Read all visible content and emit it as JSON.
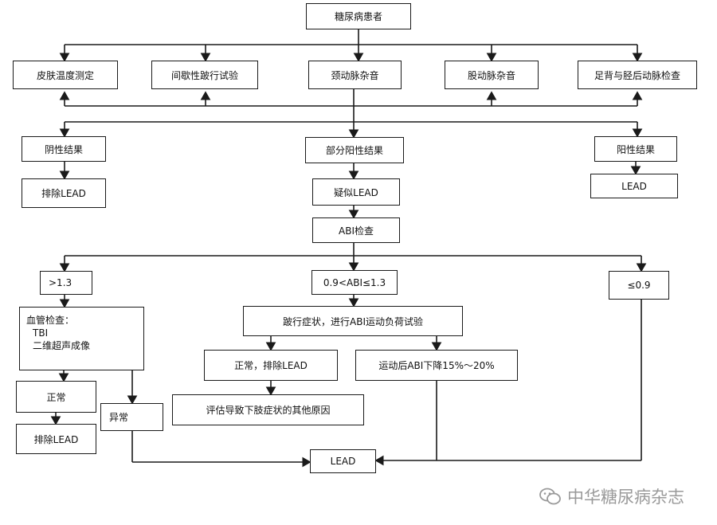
{
  "nodes": {
    "diabetes_patient": "糖尿病患者",
    "skin_temp": "皮肤温度测定",
    "intermittent_claudication_test": "间歇性跛行试验",
    "carotid_bruit": "颈动脉杂音",
    "femoral_bruit": "股动脉杂音",
    "foot_pulse_check": "足背与胫后动脉检查",
    "negative_result": "阴性结果",
    "partial_positive": "部分阳性结果",
    "positive_result": "阳性结果",
    "exclude_lead_1": "排除LEAD",
    "suspected_lead": "疑似LEAD",
    "lead_positive": "LEAD",
    "abi_check": "ABI检查",
    "abi_gt": ">1.3",
    "abi_mid": "0.9<ABI≤1.3",
    "abi_le": "≤0.9",
    "vascular_check_title": "血管检查：",
    "vascular_check_tbi": "TBI",
    "vascular_check_ultrasound": "二维超声成像",
    "claudication_exercise": "跛行症状，进行ABI运动负荷试验",
    "normal_exclude": "正常，排除LEAD",
    "abi_drop": "运动后ABI下降15%～20%",
    "evaluate_other": "评估导致下肢症状的其他原因",
    "normal": "正常",
    "abnormal": "异常",
    "exclude_lead_2": "排除LEAD",
    "lead_final": "LEAD"
  },
  "watermark": {
    "text": "中华糖尿病杂志"
  },
  "colors": {
    "line": "#1a1a1a",
    "box_border": "#1a1a1a",
    "watermark": "#9a9a9a"
  }
}
